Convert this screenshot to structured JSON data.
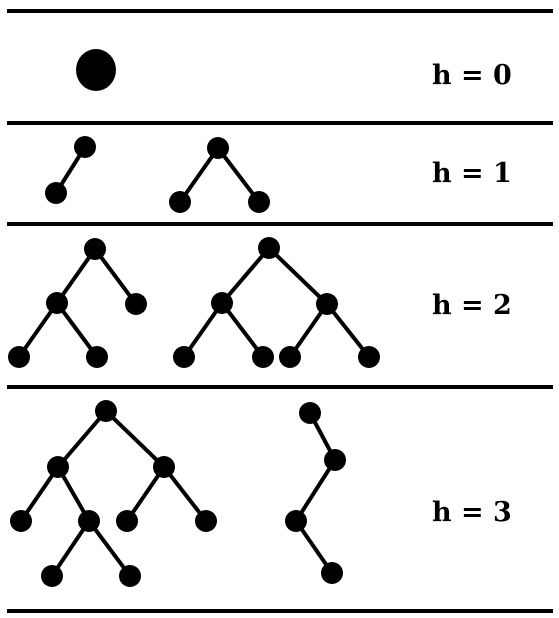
{
  "rows": [
    {
      "label": "h = 0"
    },
    {
      "label": "h = 1"
    },
    {
      "label": "h = 2"
    },
    {
      "label": "h = 3"
    }
  ],
  "colors": {
    "ink": "#000000",
    "background": "#ffffff"
  }
}
